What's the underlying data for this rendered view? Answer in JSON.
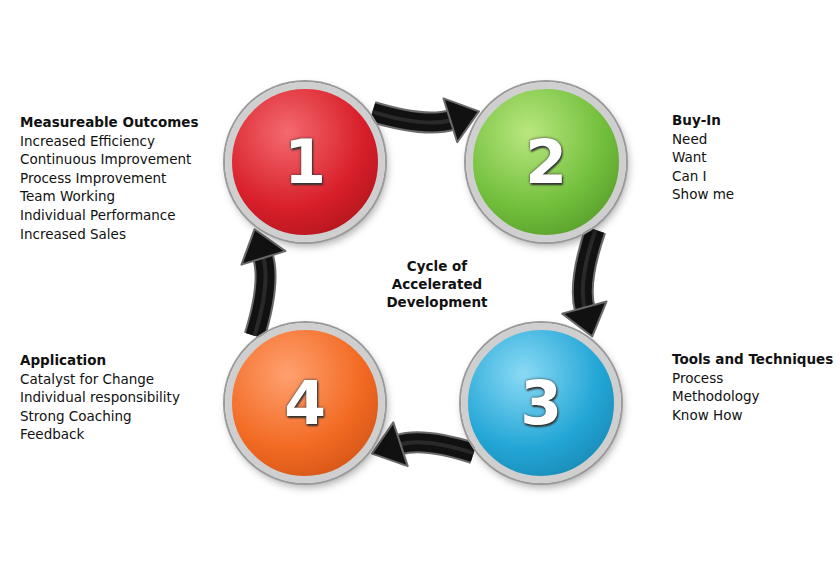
{
  "diagram": {
    "nodes": [
      {
        "text": [
          "1"
        ]
      },
      {
        "text": [
          "2"
        ]
      },
      {
        "text": [
          "3"
        ]
      },
      {
        "text": [
          "4"
        ]
      }
    ],
    "edges": [
      {
        "from": 0,
        "to": 1,
        "arrow": "to"
      },
      {
        "from": 1,
        "to": 2,
        "arrow": "to"
      },
      {
        "from": 2,
        "to": 3,
        "arrow": "to"
      },
      {
        "from": 3,
        "to": 0,
        "arrow": "to"
      }
    ],
    "labels": [
      "Measureable Outcomes",
      "Increased Efficiency",
      "Continuous Improvement",
      "Process Improvement",
      "Team Working",
      "Individual Performance",
      "Increased Sales",
      "Buy-In",
      "Need",
      "Want",
      "Can I",
      "Show me",
      "Cycle of Accelerated Development",
      "Application",
      "Catalyst for Change",
      "Individual responsibility",
      "Strong Coaching",
      "Feedback",
      "Tools and Techniques",
      "Process",
      "Methodology",
      "Know How"
    ]
  }
}
